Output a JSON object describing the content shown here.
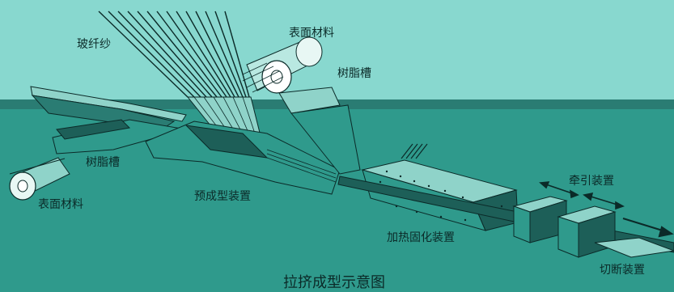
{
  "labels": {
    "glass_fiber": "玻纤纱",
    "surface_material_top": "表面材料",
    "resin_tank_top": "树脂槽",
    "resin_tank_left": "树脂槽",
    "surface_material_left": "表面材料",
    "preforming_device": "预成型装置",
    "heating_curing_device": "加热固化装置",
    "traction_device": "牵引装置",
    "cutting_device": "切断装置"
  },
  "title": "拉挤成型示意图",
  "colors": {
    "background_top": "#88d8cf",
    "background_bottom": "#2f9a8c",
    "band": "#2a7c73",
    "machine": "#8fd3c9",
    "machine_dark": "#1d5f58",
    "line": "#0b2a28"
  }
}
